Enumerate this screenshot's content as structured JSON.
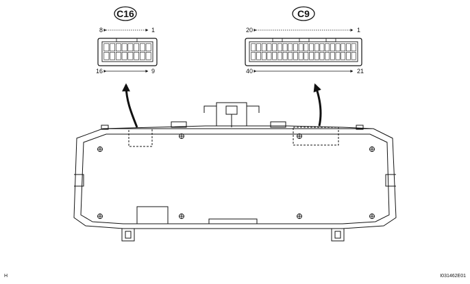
{
  "connectors": [
    {
      "id": "C16",
      "pin_top_left": "8",
      "pin_top_right": "1",
      "pin_bottom_left": "16",
      "pin_bottom_right": "9"
    },
    {
      "id": "C9",
      "pin_top_left": "20",
      "pin_top_right": "1",
      "pin_bottom_left": "40",
      "pin_bottom_right": "21"
    }
  ],
  "corner_left": "H",
  "figure_code": "I031462E01"
}
